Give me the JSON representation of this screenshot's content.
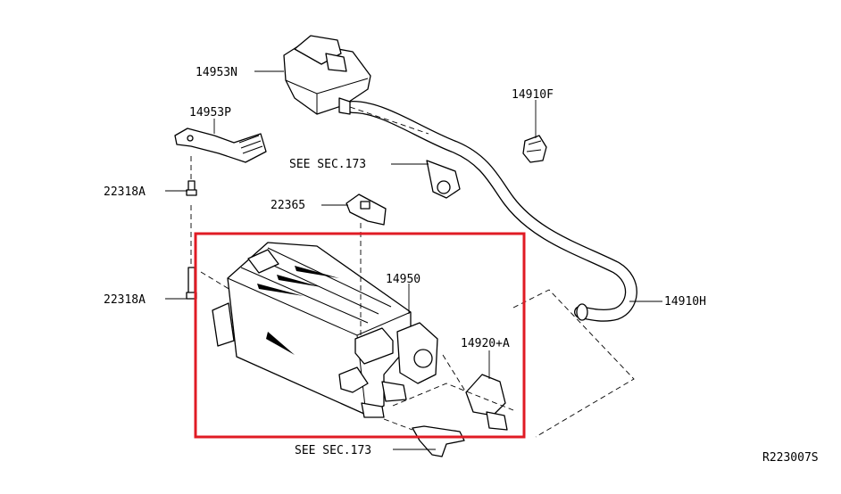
{
  "diagram": {
    "reference_code": "R223007S",
    "callouts": {
      "tank_top": "14953N",
      "bracket": "14953P",
      "clip": "14910F",
      "bolt_upper": "22318A",
      "bolt_lower": "22318A",
      "see_sec_upper": "SEE SEC.173",
      "see_sec_lower": "SEE SEC.173",
      "sensor": "22365",
      "canister": "14950",
      "valve": "14920+A",
      "hose": "14910H"
    },
    "highlight_color": "#e01b24",
    "line_color": "#000000"
  }
}
